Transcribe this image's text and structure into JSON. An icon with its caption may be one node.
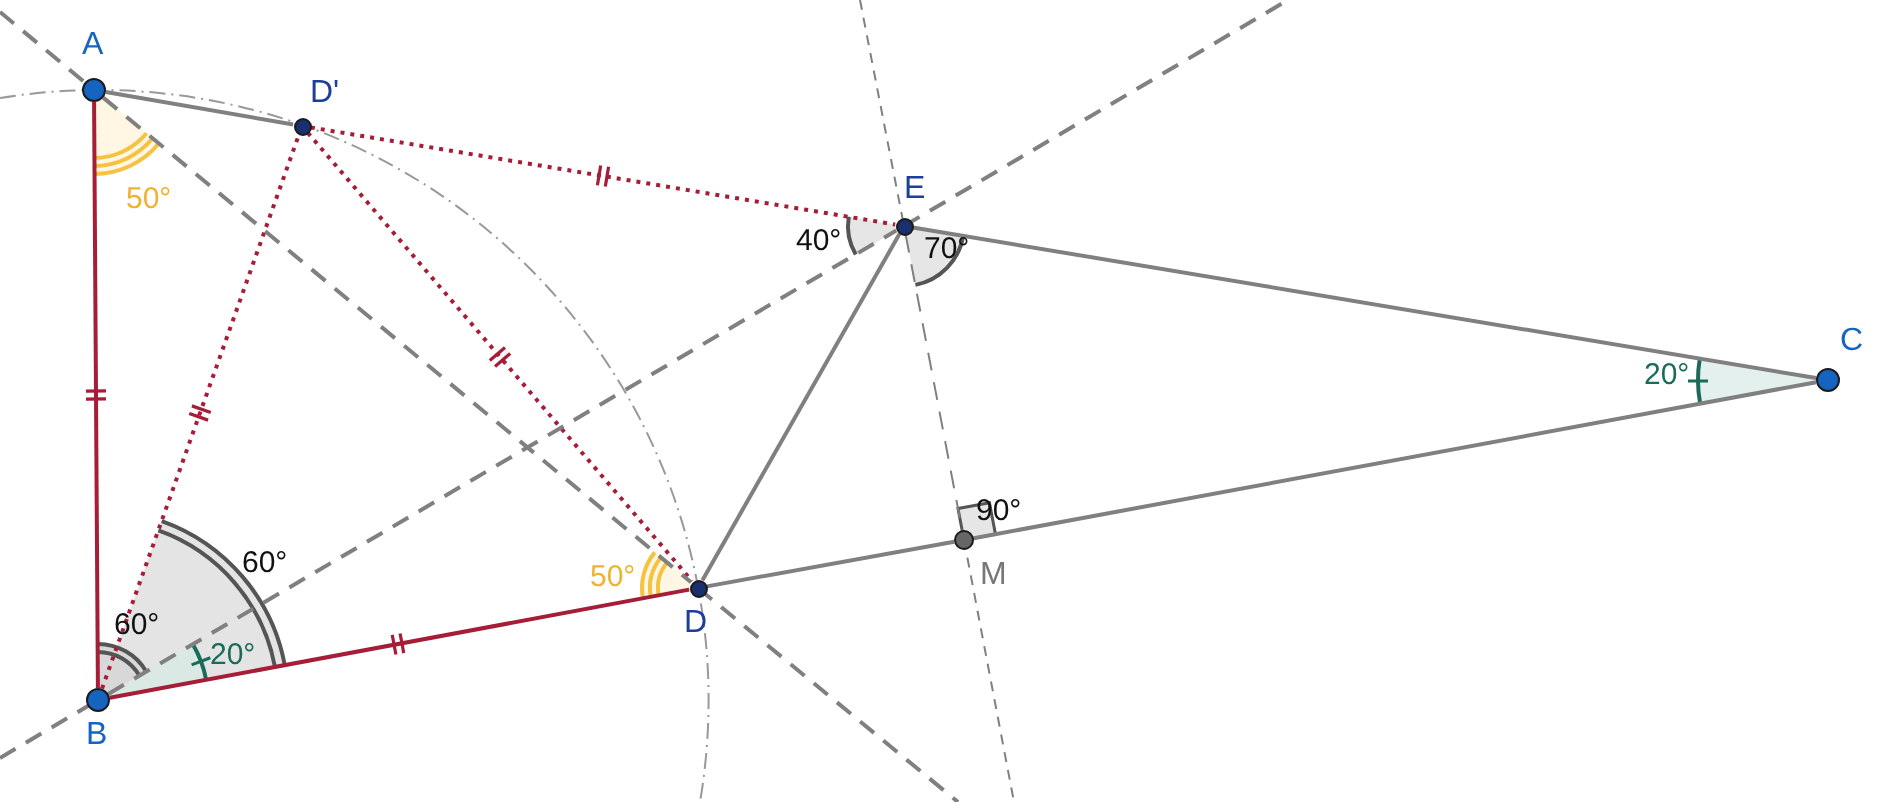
{
  "diagram": {
    "nodes": [
      {
        "text": [
          "A"
        ]
      },
      {
        "text": [
          "D'"
        ]
      },
      {
        "text": [
          "E"
        ]
      },
      {
        "text": [
          "C"
        ]
      },
      {
        "text": [
          "M"
        ]
      },
      {
        "text": [
          "D"
        ]
      },
      {
        "text": [
          "B"
        ]
      }
    ],
    "edges": [
      {
        "from": 0,
        "to": 6,
        "arrow": "none",
        "color": "#a51d36"
      },
      {
        "from": 6,
        "to": 5,
        "arrow": "none",
        "color": "#a51d36"
      },
      {
        "from": 0,
        "to": 1,
        "arrow": "none"
      },
      {
        "from": 1,
        "to": 2,
        "arrow": "none",
        "style": "dashed",
        "color": "#a51d36"
      },
      {
        "from": 6,
        "to": 1,
        "arrow": "none",
        "style": "dashed",
        "color": "#a51d36"
      },
      {
        "from": 1,
        "to": 5,
        "arrow": "none",
        "style": "dashed",
        "color": "#a51d36"
      },
      {
        "from": 5,
        "to": 2,
        "arrow": "none"
      },
      {
        "from": 2,
        "to": 3,
        "arrow": "none"
      },
      {
        "from": 5,
        "to": 4,
        "arrow": "none"
      },
      {
        "from": 4,
        "to": 3,
        "arrow": "none"
      },
      {
        "from": 6,
        "to": 2,
        "arrow": "none",
        "style": "dashed"
      },
      {
        "from": 0,
        "to": 5,
        "arrow": "none",
        "style": "dashed"
      },
      {
        "from": 2,
        "to": 4,
        "arrow": "none",
        "style": "dashed"
      }
    ],
    "labels": [
      "50°",
      "40°",
      "70°",
      "20°",
      "90°",
      "60°",
      "50°",
      "60°",
      "20°"
    ]
  }
}
